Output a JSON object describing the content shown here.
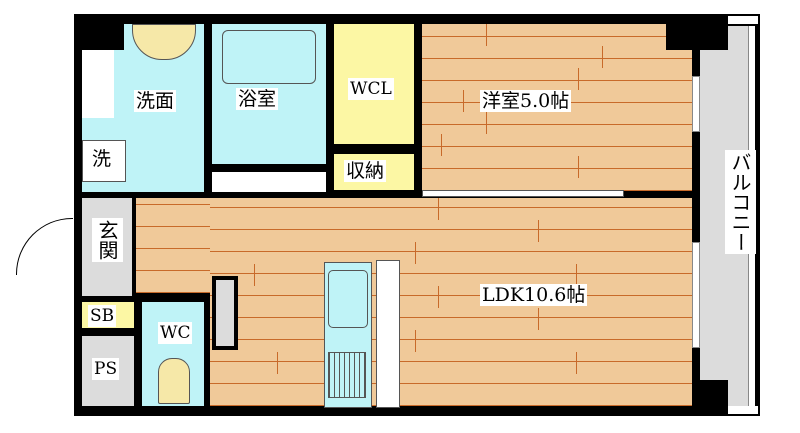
{
  "floor_plan": {
    "rooms": {
      "washroom": "洗面",
      "bathroom": "浴室",
      "walk_in_closet": "WCL",
      "western_room": "洋室5.0帖",
      "storage": "収納",
      "washer": "洗",
      "entrance": "玄関",
      "shoe_box": "SB",
      "pipe_space": "PS",
      "toilet": "WC",
      "ldk": "LDK10.6帖",
      "balcony": "バルコニー"
    },
    "colors": {
      "wood_floor": "#f0c999",
      "wood_seam": "#c86a2a",
      "wet_area": "#bff3f7",
      "closet": "#fcf7a4",
      "utility": "#dcdcdc",
      "wall": "#000000"
    }
  }
}
